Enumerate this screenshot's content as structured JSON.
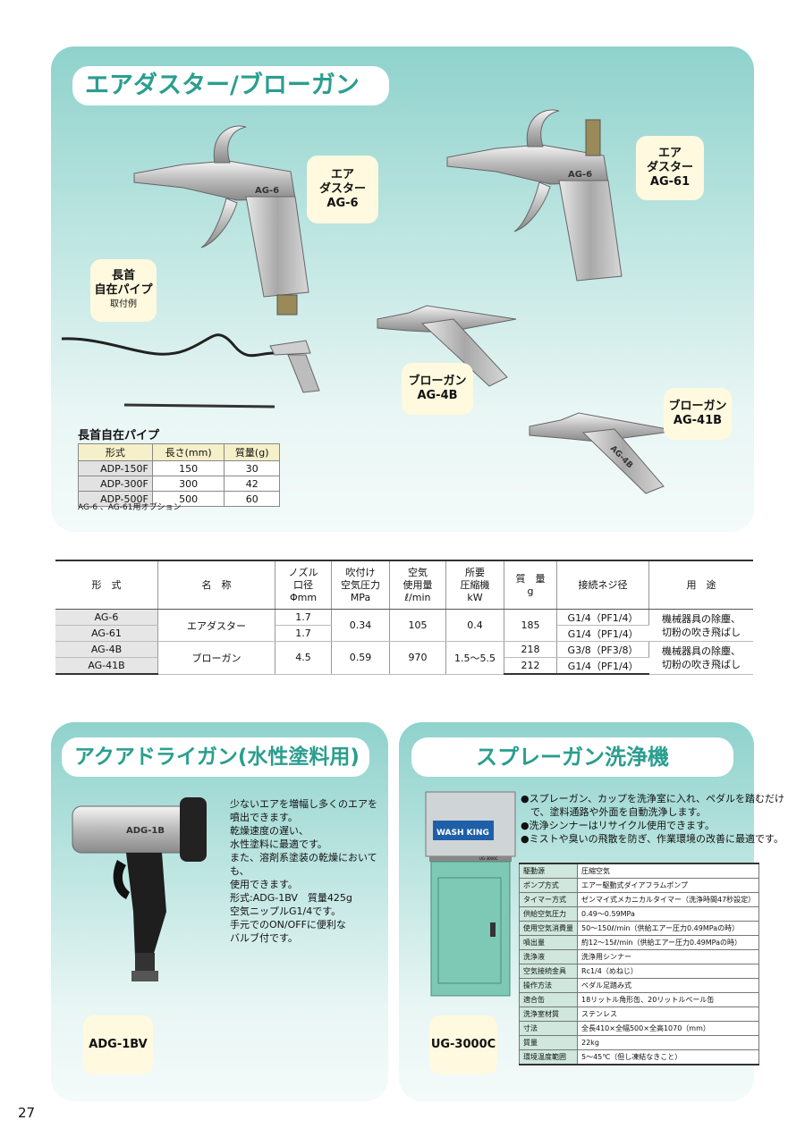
{
  "section1": {
    "title": "エアダスター/ブローガン",
    "callouts": {
      "ag6": [
        "エア",
        "ダスター",
        "AG-6"
      ],
      "ag61": [
        "エア",
        "ダスター",
        "AG-61"
      ],
      "ag4b": [
        "ブローガン",
        "AG-4B"
      ],
      "ag41b": [
        "ブローガン",
        "AG-41B"
      ],
      "pipe": [
        "長首",
        "自在パイプ",
        "取付例"
      ]
    },
    "gun_markings": {
      "ag6": "AG-6",
      "ag61": "AG-6",
      "ag41b": "AG-4B"
    },
    "option_table": {
      "title": "長首自在パイプ",
      "headers": [
        "形式",
        "長さ(mm)",
        "質量(g)"
      ],
      "rows": [
        [
          "ADP-150F",
          "150",
          "30"
        ],
        [
          "ADP-300F",
          "300",
          "42"
        ],
        [
          "ADP-500F",
          "500",
          "60"
        ]
      ],
      "note": "AG-6 、AG-61用オプション"
    }
  },
  "spec_table": {
    "headers": [
      [
        "形　式"
      ],
      [
        "名　称"
      ],
      [
        "ノズル",
        "口径",
        "Φmm"
      ],
      [
        "吹付け",
        "空気圧力",
        "MPa"
      ],
      [
        "空気",
        "使用量",
        "ℓ/min"
      ],
      [
        "所要",
        "圧縮機",
        "kW"
      ],
      [
        "質　量",
        "g"
      ],
      [
        "接続ネジ径"
      ],
      [
        "用　途"
      ]
    ],
    "models": [
      "AG-6",
      "AG-61",
      "AG-4B",
      "AG-41B"
    ],
    "names": [
      "エアダスター",
      "ブローガン"
    ],
    "nozzle": [
      "1.7",
      "1.7",
      "4.5"
    ],
    "pressure": [
      "0.34",
      "0.59"
    ],
    "air": [
      "105",
      "970"
    ],
    "kw": [
      "0.4",
      "1.5～5.5"
    ],
    "mass": [
      "185",
      "218",
      "212"
    ],
    "thread": [
      "G1/4（PF1/4）",
      "G1/4（PF1/4）",
      "G3/8（PF3/8）",
      "G1/4（PF1/4）"
    ],
    "use": [
      "機械器具の除塵、",
      "切粉の吹き飛ばし"
    ]
  },
  "section2": {
    "title": "アクアドライガン(水性塗料用)",
    "desc": [
      "少ないエアを増幅し多くのエアを",
      "噴出できます。",
      "乾燥速度の遅い、",
      "水性塗料に最適です。",
      "また、溶剤系塗装の乾燥においても、",
      "使用できます。",
      "形式:ADG-1BV　質量425g",
      "空気ニップルG1/4です。",
      "手元でのON/OFFに便利な",
      "バルブ付です。"
    ],
    "model": "ADG-1BV",
    "product_marking": "ADG-1B"
  },
  "section3": {
    "title": "スプレーガン洗浄機",
    "bullets": [
      "●スプレーガン、カップを洗浄室に入れ、ペダルを踏むだけ",
      "で、塗料通路や外面を自動洗浄します。",
      "●洗浄シンナーはリサイクル使用できます。",
      "●ミストや臭いの飛散を防ぎ、作業環境の改善に最適です。"
    ],
    "machine_label": "WASH KING",
    "machine_small_model": "UG-3000C",
    "specs": [
      [
        "駆動源",
        "圧縮空気"
      ],
      [
        "ポンプ方式",
        "エアー駆動式ダイアフラムポンプ"
      ],
      [
        "タイマー方式",
        "ゼンマイ式メカニカルタイマー（洗浄時間47秒設定）"
      ],
      [
        "供給空気圧力",
        "0.49～0.59MPa"
      ],
      [
        "使用空気消費量",
        "50～150ℓ/min（供給エアー圧力0.49MPaの時）"
      ],
      [
        "噴出量",
        "約12～15ℓ/min（供給エアー圧力0.49MPaの時）"
      ],
      [
        "洗浄液",
        "洗浄用シンナー"
      ],
      [
        "空気接続金具",
        "Rc1/4（めねじ）"
      ],
      [
        "操作方法",
        "ペダル足踏み式"
      ],
      [
        "適合缶",
        "18リットル角形缶、20リットルペール缶"
      ],
      [
        "洗浄室材質",
        "ステンレス"
      ],
      [
        "寸法",
        "全長410×全幅500×全高1070（mm）"
      ],
      [
        "質量",
        "22kg"
      ],
      [
        "環境温度範囲",
        "5～45℃（但し凍結なきこと）"
      ]
    ],
    "model": "UG-3000C"
  },
  "page_number": "27",
  "colors": {
    "title_green": "#2a9e8e",
    "panel_teal": "#8fd2cc",
    "callout_cream": "#fff9df",
    "table_header": "#f5f0c9"
  }
}
